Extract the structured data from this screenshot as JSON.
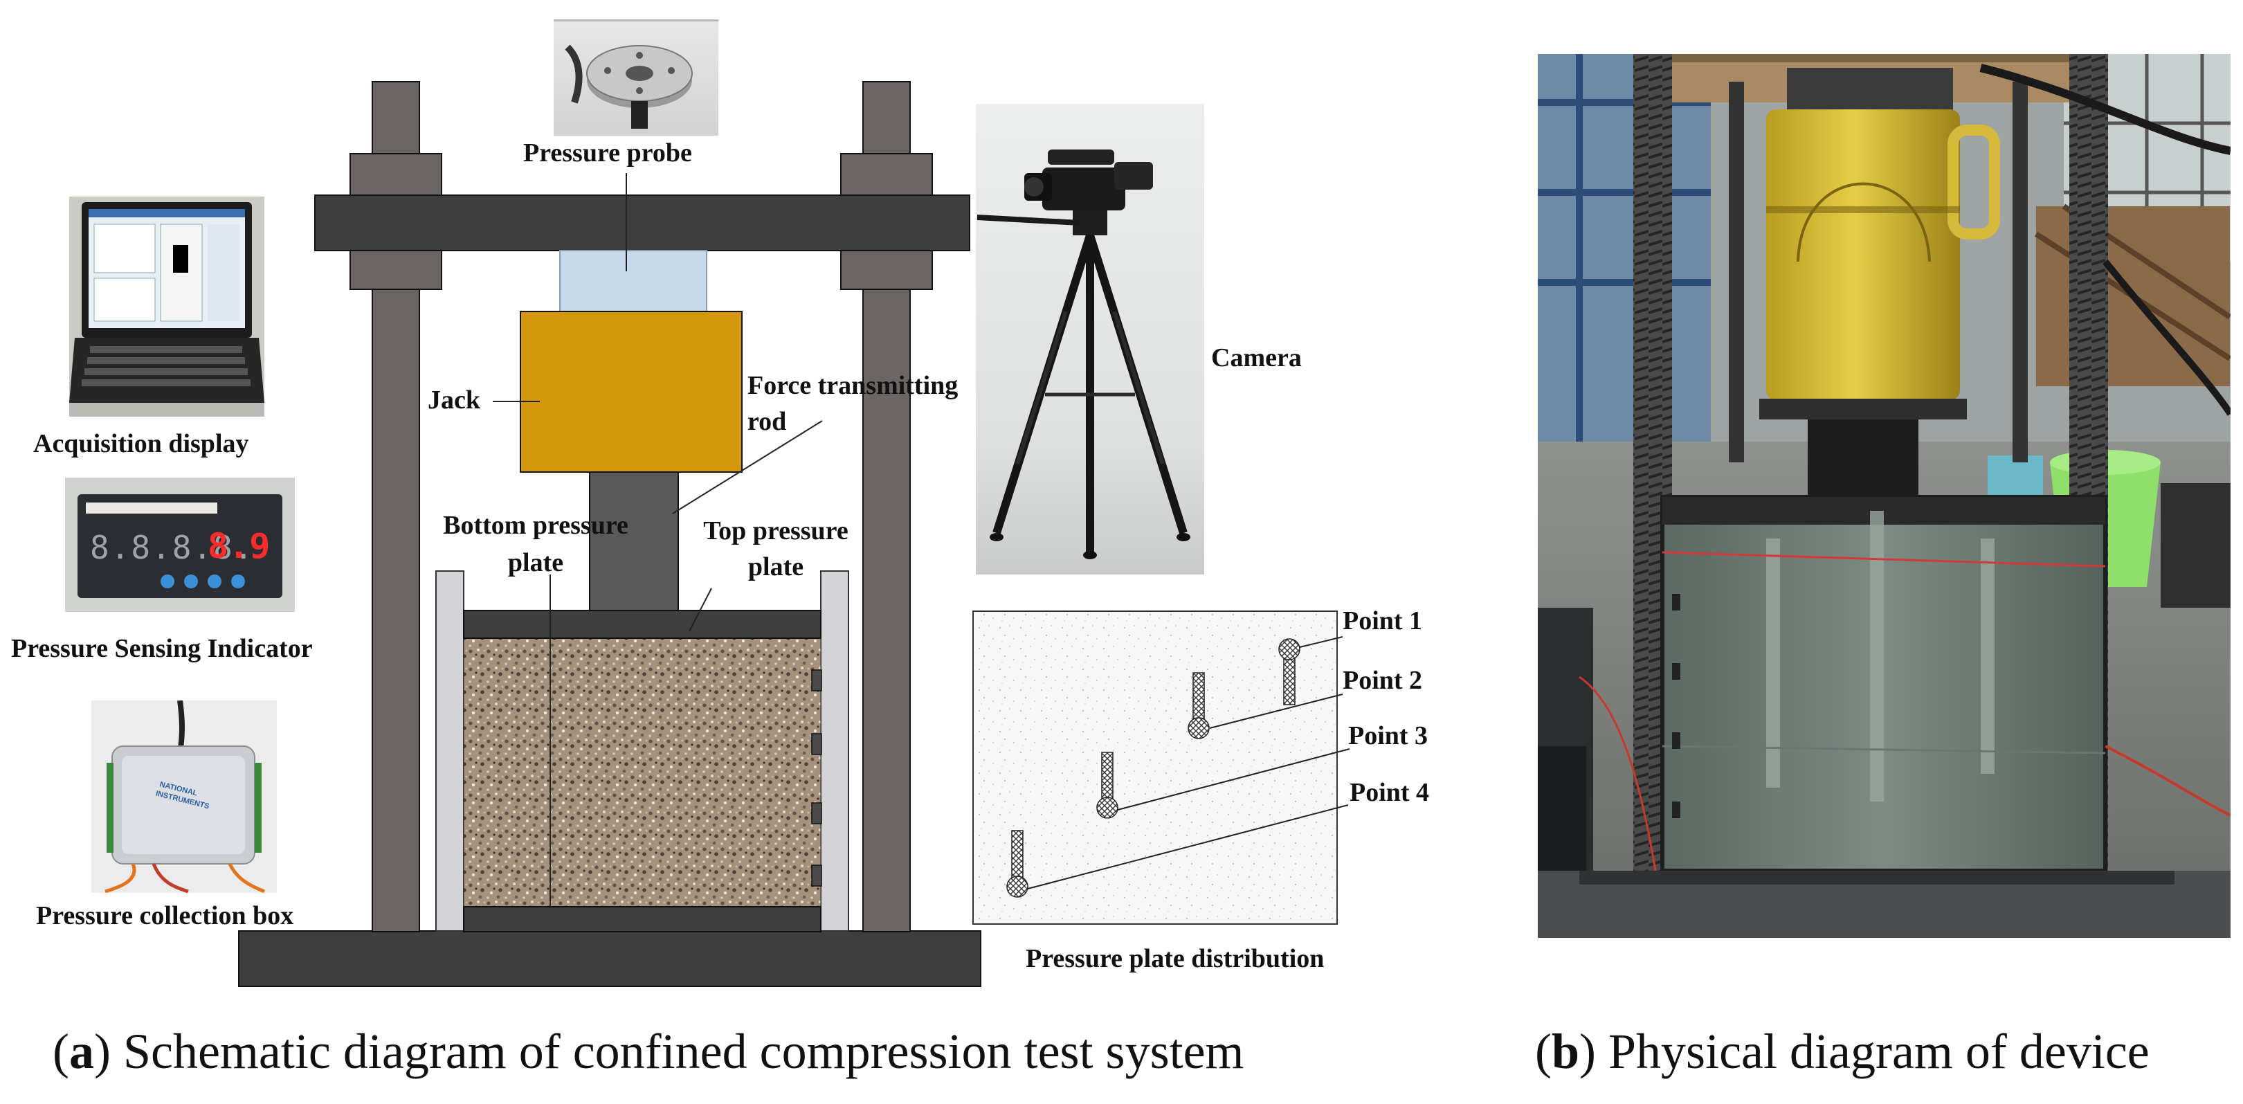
{
  "labels": {
    "pressure_probe": "Pressure probe",
    "jack": "Jack",
    "force_rod_line1": "Force transmitting",
    "force_rod_line2": "rod",
    "camera": "Camera",
    "acquisition_display": "Acquisition display",
    "pressure_sensing_indicator": "Pressure Sensing Indicator",
    "pressure_collection_box": "Pressure collection box",
    "bottom_plate_line1": "Bottom pressure",
    "bottom_plate_line2": "plate",
    "top_plate_line1": "Top pressure",
    "top_plate_line2": "plate",
    "point1": "Point 1",
    "point2": "Point 2",
    "point3": "Point 3",
    "point4": "Point 4",
    "pressure_plate_distribution": "Pressure plate distribution"
  },
  "indicator_display": {
    "digits": "8.8.8.8.",
    "red_digits": "8.9"
  },
  "daq_box": {
    "brand_line1": "NATIONAL",
    "brand_line2": "INSTRUMENTS"
  },
  "captions": {
    "a_letter": "a",
    "a_text": " Schematic diagram of confined compression test system",
    "b_letter": "b",
    "b_text": " Physical diagram of device"
  },
  "colors": {
    "frame": "#6b6663",
    "beam": "#3c3c3c",
    "jack": "#d4960a",
    "probe": "#c5d9ea",
    "rod": "#5a5a5a",
    "soil": "#a08a74",
    "wall": "#d3d3d8",
    "cylinder_yellow": "#e1c53a"
  }
}
